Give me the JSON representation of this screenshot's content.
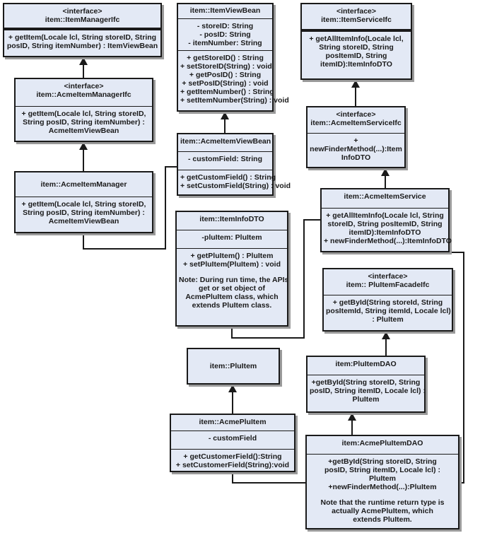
{
  "diagram": {
    "classes": {
      "item_manager_ifc": {
        "stereotype": "<interface>",
        "name": "item::ItemManagerIfc",
        "methods": [
          "+ getItem(Locale lcl, String storeID, String",
          "posID, String itemNumber) : ItemViewBean"
        ]
      },
      "acme_item_manager_ifc": {
        "stereotype": "<interface>",
        "name": "item::AcmeItemManagerIfc",
        "methods": [
          "+ getItem(Locale lcl, String storeID,",
          "String posID, String itemNumber) :",
          "AcmeItemViewBean"
        ]
      },
      "acme_item_manager": {
        "name": "item::AcmeItemManager",
        "methods": [
          "+ getItem(Locale lcl, String storeID,",
          "String posID, String itemNumber) :",
          "AcmeItemViewBean"
        ]
      },
      "item_view_bean": {
        "name": "item::ItemViewBean",
        "attributes": [
          "- storeID: String",
          "- posID: String",
          "- itemNumber: String"
        ],
        "methods": [
          "+ getStoreID() : String",
          "+ setStoreID(String) : void",
          "+ getPosID() : String",
          "+ setPosID(String) : void",
          "+ getItemNumber() : String",
          "+ setItemNumber(String) : void"
        ]
      },
      "acme_item_view_bean": {
        "name": "item::AcmeItemViewBean",
        "attributes": [
          "- customField: String"
        ],
        "methods": [
          "+ getCustomField() : String",
          "+ setCustomField(String) : void"
        ]
      },
      "item_info_dto": {
        "name": "item::ItemInfoDTO",
        "attributes": [
          "-pluItem: PluItem"
        ],
        "methods": [
          "+ getPluItem() : PluItem",
          "+ setPluItem(PluItem) : void"
        ],
        "note": [
          "Note: During run time, the APIs",
          "get or set object of",
          "AcmePluItem class, which",
          "extends PluItem class."
        ]
      },
      "item_service_ifc": {
        "stereotype": "<interface>",
        "name": "item::ItemServiceIfc",
        "methods": [
          "+ getAllItemInfo(Locale lcl,",
          "String storeID, String",
          "posItemID, String",
          "itemID):ItemInfoDTO"
        ]
      },
      "acme_item_service_ifc": {
        "stereotype": "<interface>",
        "name": "item::AcmeItemServiceIfc",
        "methods": [
          "+",
          "newFinderMethod(...):Item",
          "InfoDTO"
        ]
      },
      "acme_item_service": {
        "name": "item::AcmeItemService",
        "methods": [
          "+ getAllItemInfo(Locale lcl, String",
          "storeID, String posItemID, String",
          "itemID):ItemInfoDTO",
          "+ newFinderMethod(...):ItemInfoDTO"
        ]
      },
      "plu_item_facade_ifc": {
        "stereotype": "<interface>",
        "name": "item:: PluItemFacadeIfc",
        "methods": [
          "+ getById(String storeId, String",
          "posItemId, String itemId, Locale lcl)",
          ": PluItem"
        ]
      },
      "plu_item": {
        "name": "item::PluItem"
      },
      "plu_item_dao": {
        "name": "item:PluItemDAO",
        "methods": [
          "+getById(String storeID, String",
          "posID, String itemID, Locale lcl) :",
          "PluItem"
        ]
      },
      "acme_plu_item": {
        "name": "item::AcmePluItem",
        "attributes": [
          "- customField"
        ],
        "methods": [
          "+ getCustomerField():String",
          "+ setCustomerField(String):void"
        ]
      },
      "acme_plu_item_dao": {
        "name": "item:AcmePluItemDAO",
        "methods": [
          "+getById(String storeID, String",
          "posID, String itemID, Locale lcl) :",
          "PluItem",
          "+newFinderMethod(...):PluItem"
        ],
        "note": [
          "Note that the runtime return type is",
          "actually AcmePluItem, which",
          "extends PluItem."
        ]
      }
    },
    "colors": {
      "box_fill": "#e3e9f5",
      "line": "#1a1a1a",
      "shadow": "#9a9a9a"
    }
  }
}
